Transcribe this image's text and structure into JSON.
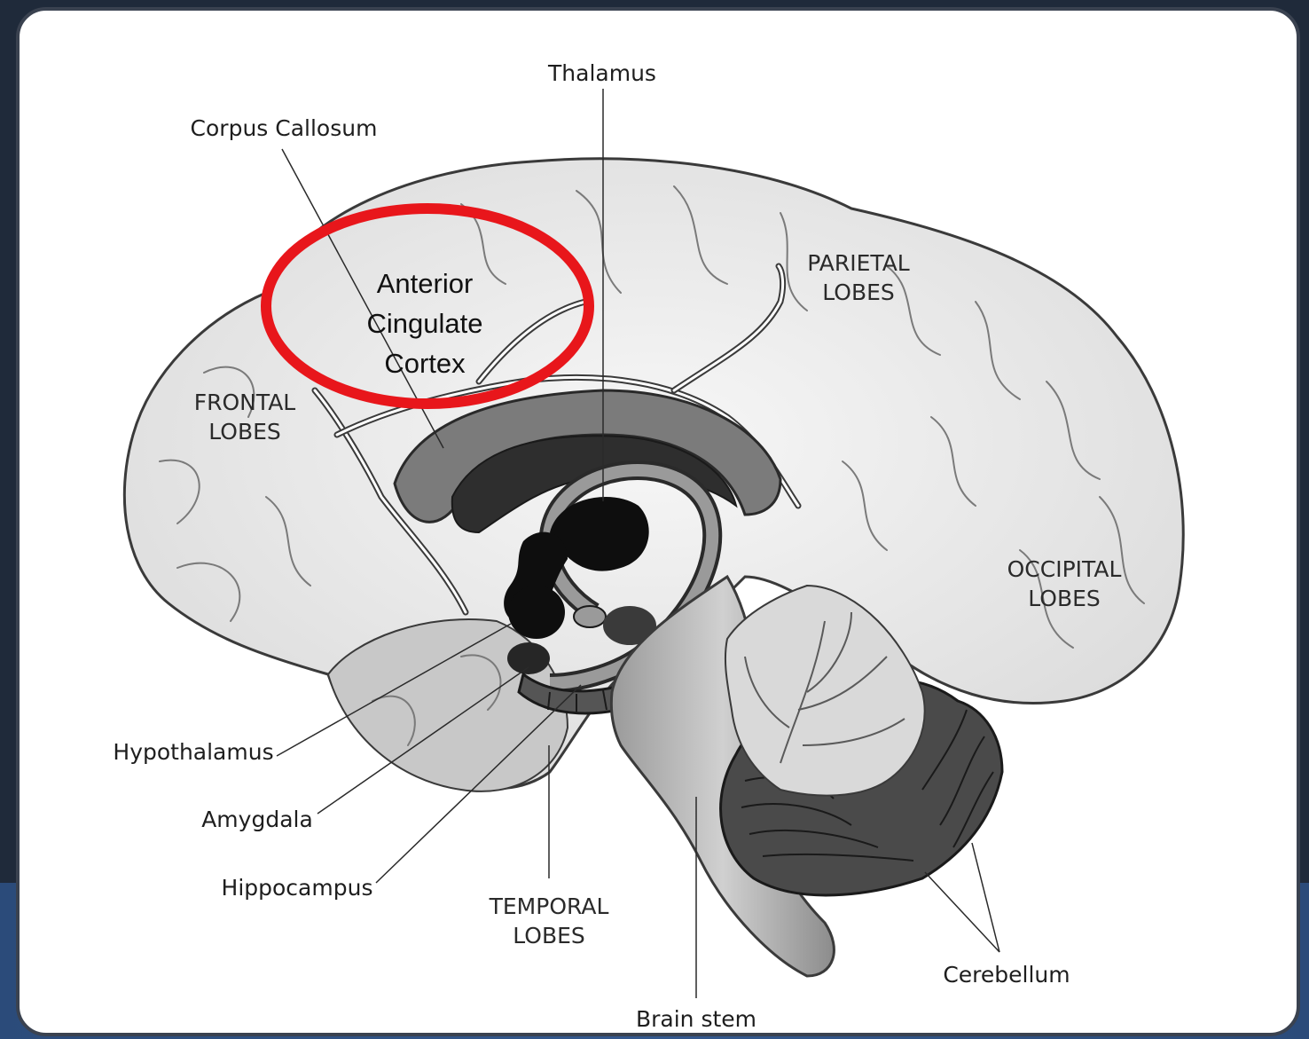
{
  "accent_color": "#e8161b",
  "labels": {
    "thalamus": "Thalamus",
    "corpus_callosum": "Corpus Callosum",
    "parietal": [
      "PARIETAL",
      "LOBES"
    ],
    "frontal": [
      "FRONTAL",
      "LOBES"
    ],
    "occipital": [
      "OCCIPITAL",
      "LOBES"
    ],
    "hypothalamus": "Hypothalamus",
    "amygdala": "Amygdala",
    "hippocampus": "Hippocampus",
    "temporal": [
      "TEMPORAL",
      "LOBES"
    ],
    "cerebellum": "Cerebellum",
    "brain_stem": "Brain stem"
  },
  "highlight": {
    "lines": [
      "Anterior",
      "Cingulate",
      "Cortex"
    ]
  }
}
